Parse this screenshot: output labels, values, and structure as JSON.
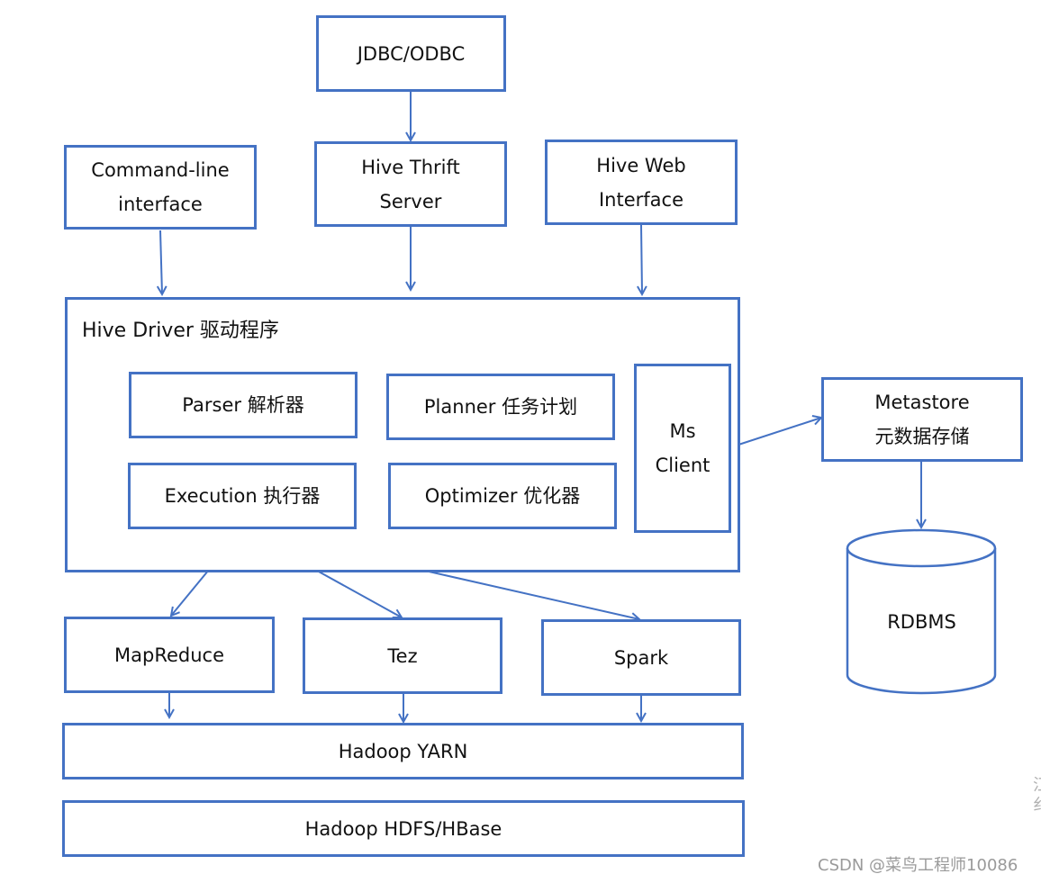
{
  "nodes": {
    "jdbc": "JDBC/ODBC",
    "cli": "Command-line\ninterface",
    "thrift": "Hive Thrift\nServer",
    "web": "Hive Web\nInterface",
    "driver": "Hive Driver 驱动程序",
    "parser": "Parser 解析器",
    "planner": "Planner 任务计划",
    "execution": "Execution 执行器",
    "optimizer": "Optimizer 优化器",
    "msclient": "Ms\nClient",
    "metastore": "Metastore\n元数据存储",
    "rdbms": "RDBMS",
    "mapreduce": "MapReduce",
    "tez": "Tez",
    "spark": "Spark",
    "yarn": "Hadoop YARN",
    "hdfs": "Hadoop HDFS/HBase"
  },
  "colors": {
    "stroke": "#4472C4",
    "text": "#111111",
    "watermark": "#9a9a9a"
  },
  "watermark": "CSDN @菜鸟工程师10086",
  "edge_glyph": "江\n纟"
}
